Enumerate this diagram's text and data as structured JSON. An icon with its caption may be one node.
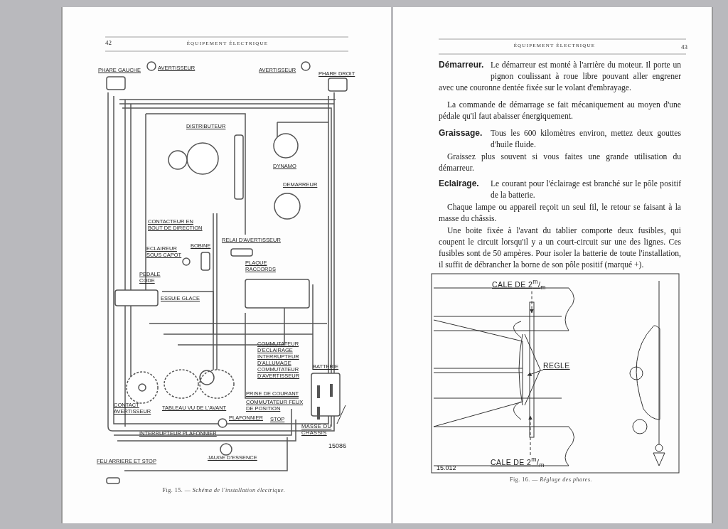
{
  "diagram": {
    "nodes": [
      {
        "text": [
          "MASSE DU CHASSIS"
        ]
      },
      {
        "text": [
          "CALE DE 2$^{m}$/$_{m}$"
        ]
      },
      {
        "text": [
          "REGLE"
        ]
      },
      {
        "text": [
          "CALE DE 2$^{m}$/$_{m}$"
        ]
      }
    ],
    "edges": [
      {
        "from": 0,
        "to": null,
        "arrow": "none"
      },
      {
        "from": 1,
        "to": null,
        "arrow": "to",
        "style": "dashed"
      },
      {
        "from": 2,
        "to": null,
        "arrow": "to"
      },
      {
        "from": 3,
        "to": null,
        "arrow": "to",
        "style": "dashed"
      }
    ],
    "labels": [
      "42",
      "ÉQUIPEMENT ÉLECTRIQUE",
      "PHARE GAUCHE",
      "AVERTISSEUR",
      "AVERTISSEUR",
      "PHARE DROIT",
      "DISTRIBUTEUR",
      "DYNAMO",
      "DEMARREUR",
      "CONTACTEUR EN BOUT DE DIRECTION",
      "BOBINE",
      "RELAI D'AVERTISSEUR",
      "ECLAIREUR SOUS CAPOT",
      "PLAQUE RACCORDS",
      "PEDALE CODE",
      "ESSUIE GLACE",
      "COMMUTATEUR D'ECLAIRAGE",
      "INTERRUPTEUR D'ALLUMAGE",
      "COMMUTATEUR D'AVERTISSEUR",
      "BATTERIE",
      "PRISE DE COURANT",
      "CONTACT AVERTISSEUR",
      "TABLEAU VU DE L'AVANT",
      "COMMUTATEUR FEUX DE POSITION",
      "PLAFONNIER",
      "STOP",
      "INTERRUPTEUR PLAFONNIER",
      "15086",
      "JAUGE D'ESSENCE",
      "FEU ARRIERE ET STOP",
      "Fig. 15. — *Schéma de l'installation électrique.*",
      "ÉQUIPEMENT ÉLECTRIQUE",
      "43",
      "Démarreur.",
      "Le démarreur est monté à l'arrière du moteur. Il porte un pignon coulissant à roue libre pouvant aller engrener avec une couronne dentée fixée sur le volant d'embrayage.",
      "La commande de démarrage se fait mécaniquement au moyen d'une pédale qu'il faut abaisser énergiquement.",
      "Graissage.",
      "Tous les 600 kilomètres environ, mettez deux gouttes d'huile fluide.",
      "Graissez plus souvent si vous faites une grande utilisation du démarreur.",
      "Eclairage.",
      "Le courant pour l'éclairage est branché sur le pôle positif de la batterie.",
      "Chaque lampe ou appareil reçoit un seul fil, le retour se faisant à la masse du châssis.",
      "Une boite fixée à l'avant du tablier comporte deux fusibles, qui coupent le circuit lorsqu'il y a un court-circuit sur une des lignes. Ces fusibles sont de 50 ampères. Pour isoler la batterie de toute l'installation, il suffit de débrancher la borne de son pôle positif (marqué +).",
      "15.012",
      "Fig. 16. — *Réglage des phares.*"
    ]
  }
}
